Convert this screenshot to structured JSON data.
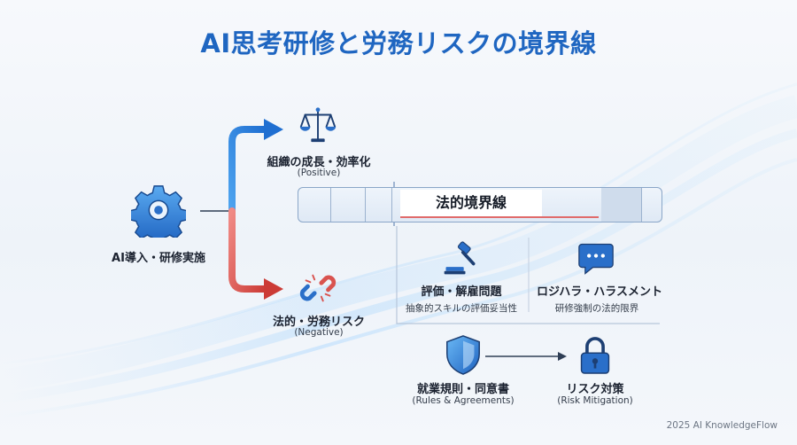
{
  "title": "AI思考研修と労務リスクの境界線",
  "origin": {
    "label": "AI導入・研修実施"
  },
  "positive": {
    "label": "組織の成長・効率化",
    "sub": "(Positive)"
  },
  "negative": {
    "label": "法的・労務リスク",
    "sub": "(Negative)"
  },
  "boundary": {
    "label": "法的境界線"
  },
  "risks": [
    {
      "label": "評価・解雇問題",
      "sub": "抽象的スキルの評価妥当性"
    },
    {
      "label": "ロジハラ・ハラスメント",
      "sub": "研修強制の法的限界"
    }
  ],
  "measures": [
    {
      "label": "就業規則・同意書",
      "sub": "(Rules & Agreements)"
    },
    {
      "label": "リスク対策",
      "sub": "(Risk Mitigation)"
    }
  ],
  "footer": "2025 AI KnowledgeFlow",
  "colors": {
    "title": "#1f66c1",
    "positive_arrow": "#2f86d8",
    "negative_arrow": "#d9534f",
    "icon_blue": "#2a6fc9",
    "boundary_red": "#e06b6b"
  },
  "icons": [
    "gear-icon",
    "scales-icon",
    "broken-chain-icon",
    "gavel-icon",
    "chat-bubble-icon",
    "shield-icon",
    "padlock-icon"
  ]
}
